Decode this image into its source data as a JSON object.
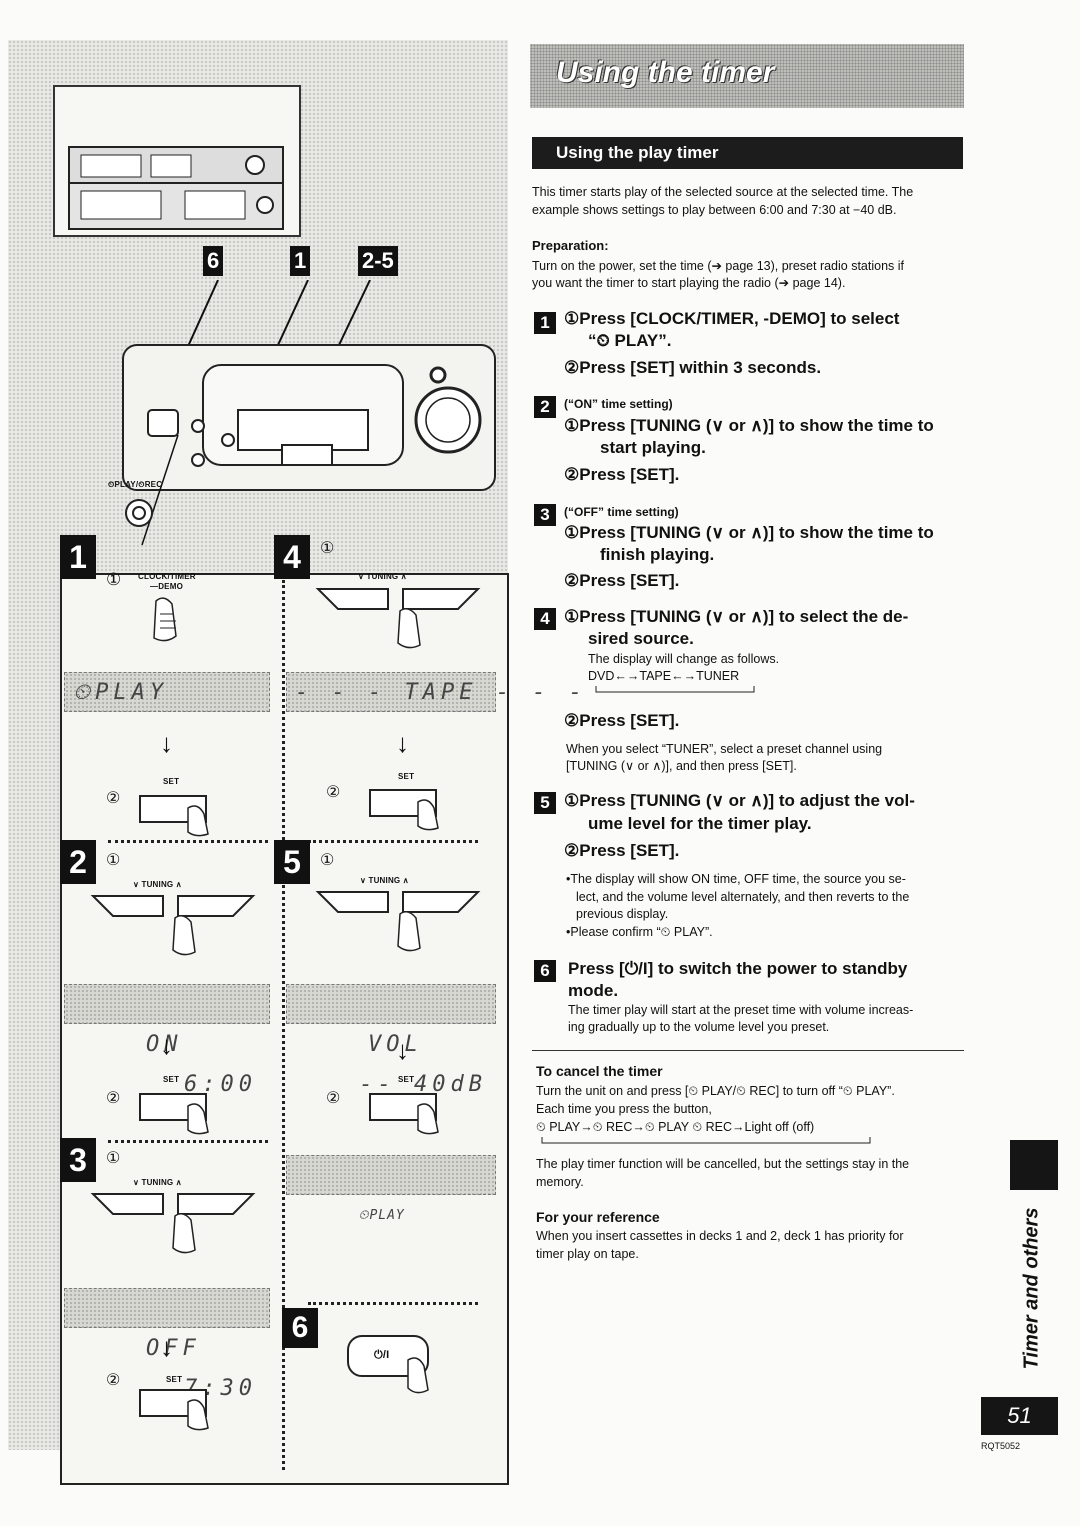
{
  "title": "Using the timer",
  "section_heading": "Using the play timer",
  "intro": [
    "This timer starts play of the selected source at the selected time. The",
    "example shows settings to play between 6:00 and 7:30 at −40 dB."
  ],
  "preparation": {
    "heading": "Preparation:",
    "lines": [
      "Turn on the power, set the time (➔ page 13), preset radio stations if",
      "you want the timer to start playing the radio (➔ page 14)."
    ]
  },
  "steps": {
    "s1": {
      "num": "1",
      "line1": "①Press  [CLOCK/TIMER,  -DEMO]  to  select",
      "line1b": "“⏲ PLAY”.",
      "line2": "②Press [SET] within 3 seconds."
    },
    "s2": {
      "num": "2",
      "note": "(“ON” time setting)",
      "line1": "①Press [TUNING (∨ or ∧)] to show the time to",
      "line1b": "start playing.",
      "line2": "②Press [SET]."
    },
    "s3": {
      "num": "3",
      "note": "(“OFF” time setting)",
      "line1": "①Press [TUNING (∨ or ∧)] to show the time to",
      "line1b": "finish playing.",
      "line2": "②Press [SET]."
    },
    "s4": {
      "num": "4",
      "line1": "①Press  [TUNING  (∨  or  ∧)]  to  select  the  de-",
      "line1b": "sired source.",
      "desc": "The display will change as follows.",
      "flow": "DVD←→TAPE←→TUNER",
      "line2": "②Press [SET].",
      "tip1": "When you select “TUNER”, select a preset channel using",
      "tip2": "[TUNING (∨ or ∧)], and then press [SET]."
    },
    "s5": {
      "num": "5",
      "line1": "①Press  [TUNING  (∨  or  ∧)]  to  adjust  the  vol-",
      "line1b": "ume level for the timer play.",
      "line2": "②Press [SET].",
      "bullet1a": "•The display will show ON time, OFF time, the source you se-",
      "bullet1b": "lect, and the volume level alternately, and then reverts to the",
      "bullet1c": "previous display.",
      "bullet2": "•Please confirm “⏲ PLAY”."
    },
    "s6": {
      "num": "6",
      "line1": "Press  [⏻/I]  to  switch  the  power  to  standby",
      "line1b": "mode.",
      "desc1": "The timer play will start at the preset time with volume increas-",
      "desc2": "ing gradually up to the volume level you preset."
    }
  },
  "cancel": {
    "heading": "To cancel the timer",
    "l1": "Turn the unit on and press [⏲ PLAY/⏲ REC] to turn off “⏲ PLAY”.",
    "l2": "Each time you press the button,",
    "l3": "⏲ PLAY→⏲ REC→⏲ PLAY ⏲ REC→Light off (off)",
    "l4": "The play timer function will be cancelled, but the settings stay in the",
    "l5": "memory."
  },
  "reference": {
    "heading": "For your reference",
    "l1": "When you insert cassettes in decks 1 and 2, deck 1 has priority for",
    "l2": "timer play on tape."
  },
  "side_tab": "Timer and others",
  "page_number": "51",
  "doc_code": "RQT5052",
  "illustration": {
    "tags": [
      "6",
      "1",
      "2-5"
    ],
    "button_label": "⏲PLAY/⏲REC",
    "clock_label_1": "CLOCK/TIMER",
    "clock_label_2": "—DEMO",
    "tuning_label": "∨  TUNING  ∧",
    "set_label": "SET",
    "power_label": "⏻/I",
    "circ1": "①",
    "circ2": "②",
    "lcd_play": "⏲PLAY",
    "lcd_tape": "- - - TAPE - - -",
    "lcd_on_a": "ON",
    "lcd_on_b": "6:00",
    "lcd_vol_a": "VOL",
    "lcd_vol_b": "-- 40dB",
    "lcd_off_a": "OFF",
    "lcd_off_b": "7:30",
    "lcd_timer_play": "⏲PLAY",
    "panel_nums": [
      "1",
      "2",
      "3",
      "4",
      "5",
      "6"
    ]
  }
}
